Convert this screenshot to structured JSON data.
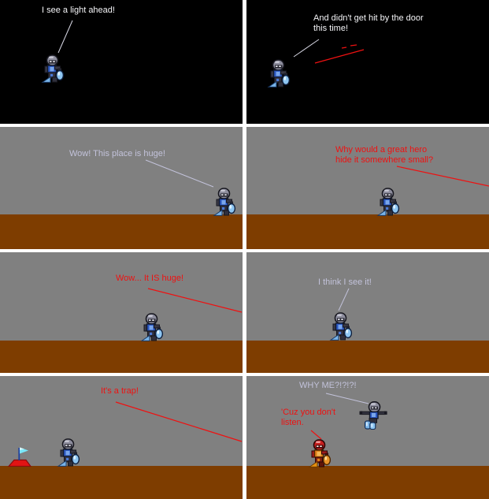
{
  "comic": {
    "title": "sprite-comic-page",
    "layout": {
      "rows": 4,
      "columns": 2
    },
    "colors": {
      "panel_black": "#000000",
      "panel_gray": "#808080",
      "floor_brown": "#7e3d00",
      "gutter_white": "#ffffff",
      "text_white": "#f5f5f8",
      "text_lavender": "#c2c2da",
      "text_red": "#ee1111",
      "blue_robot_accent": "#2b57c0",
      "red_robot_accent": "#e08018",
      "flag_cyan": "#79e6f8",
      "mound_red": "#e21414"
    },
    "sprites": [
      "blue-robot",
      "red-robot",
      "blue-robot-jumping",
      "checkpoint-flag"
    ],
    "panels": [
      {
        "name": "panel-1",
        "background": "black",
        "dialogues": [
          {
            "text": "I see a light ahead!",
            "color": "white"
          }
        ]
      },
      {
        "name": "panel-2",
        "background": "black",
        "dialogues": [
          {
            "text": "And didn't get hit by the door this time!",
            "color": "white"
          }
        ]
      },
      {
        "name": "panel-3",
        "background": "gray",
        "dialogues": [
          {
            "text": "Wow! This place is huge!",
            "color": "lavender"
          }
        ]
      },
      {
        "name": "panel-4",
        "background": "gray",
        "dialogues": [
          {
            "text": "Why would a great hero hide it somewhere small?",
            "color": "red"
          }
        ]
      },
      {
        "name": "panel-5",
        "background": "gray",
        "dialogues": [
          {
            "text": "Wow... It IS huge!",
            "color": "red"
          }
        ]
      },
      {
        "name": "panel-6",
        "background": "gray",
        "dialogues": [
          {
            "text": "I think I see it!",
            "color": "lavender"
          }
        ]
      },
      {
        "name": "panel-7",
        "background": "gray",
        "dialogues": [
          {
            "text": "It's a trap!",
            "color": "red"
          }
        ]
      },
      {
        "name": "panel-8",
        "background": "gray",
        "dialogues": [
          {
            "text": "WHY ME?!?!?!",
            "color": "lavender"
          },
          {
            "text": "'Cuz you don't listen.",
            "color": "red"
          }
        ]
      }
    ]
  }
}
